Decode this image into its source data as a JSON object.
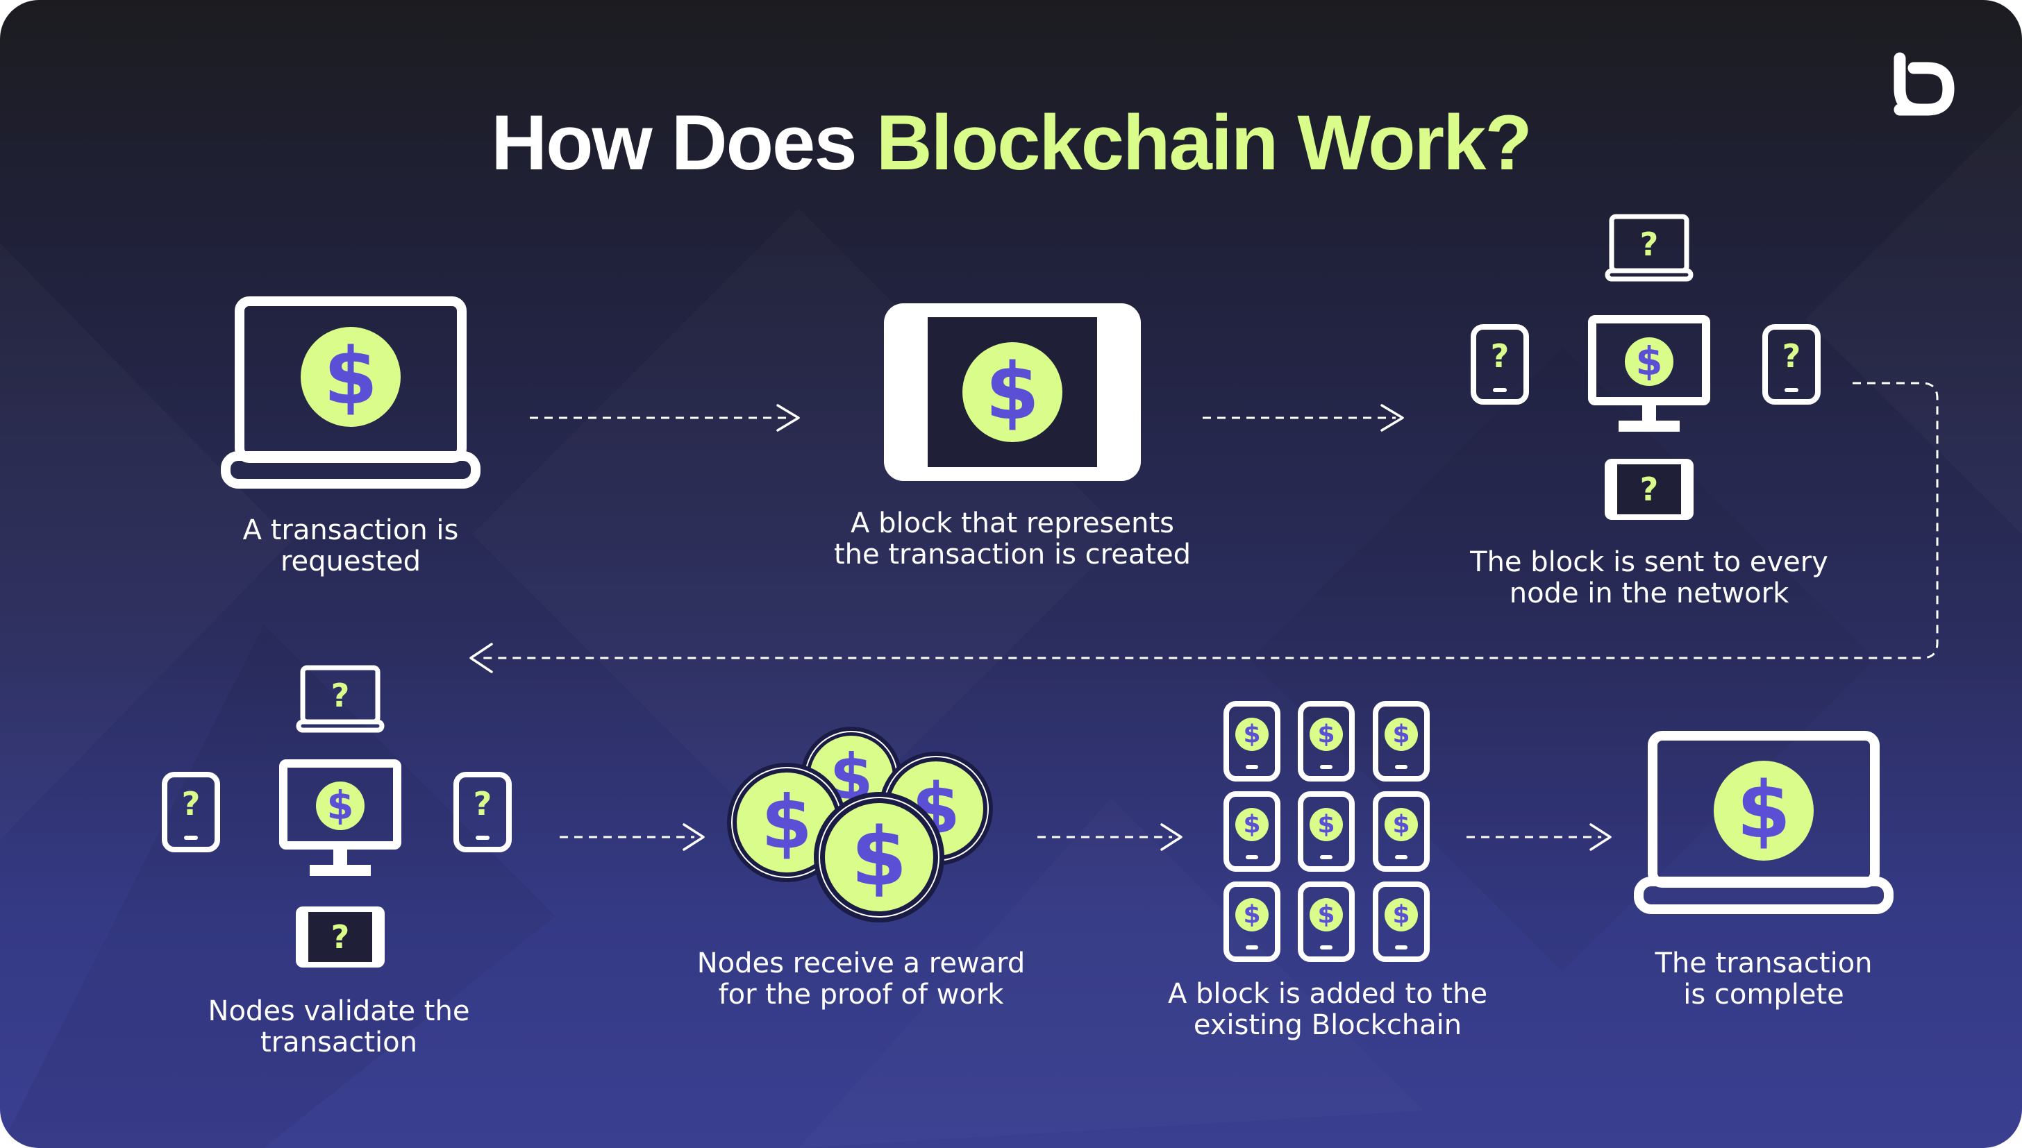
{
  "title": {
    "part1": "How Does ",
    "part2": "Blockchain Work?"
  },
  "colors": {
    "accent": "#dafc8a",
    "dollar": "#5b4fd6",
    "background_top": "#1c1c20",
    "background_bottom": "#3a3f90"
  },
  "steps": [
    {
      "line1": "A transaction is",
      "line2": "requested"
    },
    {
      "line1": "A block that represents",
      "line2": "the transaction is created"
    },
    {
      "line1": "The block is sent to every",
      "line2": "node in the network"
    },
    {
      "line1": "Nodes validate the",
      "line2": "transaction"
    },
    {
      "line1": "Nodes receive a reward",
      "line2": "for the proof of work"
    },
    {
      "line1": "A block is added to the",
      "line2": "existing Blockchain"
    },
    {
      "line1": "The transaction",
      "line2": "is complete"
    }
  ],
  "symbols": {
    "dollar": "$",
    "question": "?"
  },
  "icons": {
    "logo": "brand-logo-icon",
    "laptop": "laptop-icon",
    "tablet": "tablet-icon",
    "network": "network-nodes-icon",
    "coins": "coins-icon",
    "chain": "blockchain-grid-icon"
  }
}
